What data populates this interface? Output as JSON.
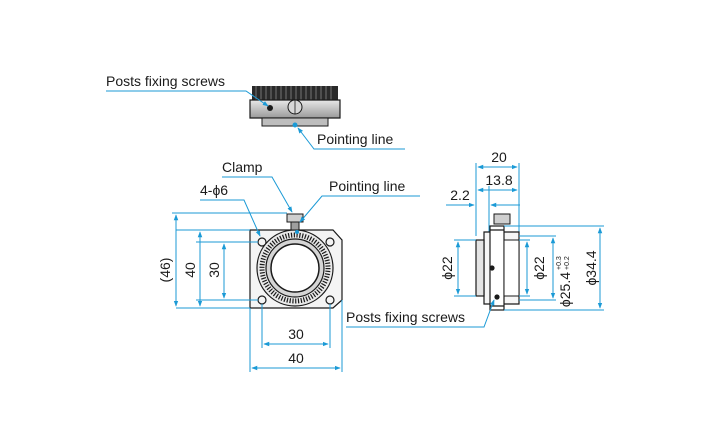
{
  "top_view": {
    "label_posts_fixing_screws": "Posts fixing screws",
    "label_pointing_line": "Pointing line"
  },
  "front_view": {
    "label_clamp": "Clamp",
    "label_holes": "4-ϕ6",
    "label_pointing_line": "Pointing line",
    "dim_outer_height": "(46)",
    "dim_height": "40",
    "dim_hole_pitch_v": "30",
    "dim_hole_pitch_h": "30",
    "dim_width": "40"
  },
  "side_view": {
    "dim_total_length": "20",
    "dim_length": "13.8",
    "dim_offset": "2.2",
    "dim_left_dia": "ϕ22",
    "dim_right_dia": "ϕ22",
    "dim_bore_dia": "ϕ25.4",
    "dim_bore_tol_upper": "+0.3",
    "dim_bore_tol_lower": "+0.2",
    "dim_outer_dia": "ϕ34.4",
    "label_posts_fixing_screws": "Posts fixing screws"
  },
  "colors": {
    "leader": "#1b9ad6",
    "outline": "#1a1a1a",
    "metal": "#c8c8c8"
  }
}
